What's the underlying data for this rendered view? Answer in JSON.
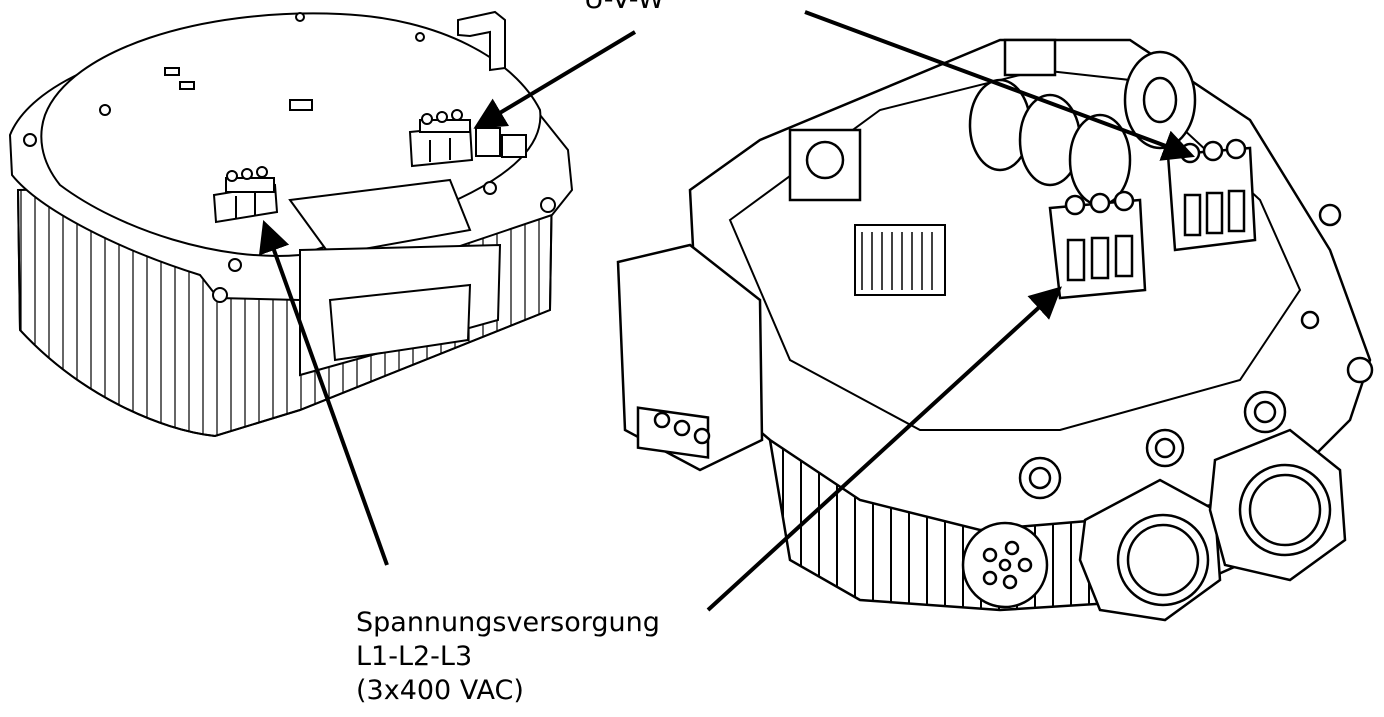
{
  "labels": {
    "motor_terminal": "U-V-W",
    "power_supply": {
      "line1": "Spannungsversorgung",
      "line2": "L1-L2-L3",
      "line3": "(3x400 VAC)"
    }
  },
  "colors": {
    "line": "#000000",
    "fill": "#ffffff",
    "detail": "#333333"
  }
}
